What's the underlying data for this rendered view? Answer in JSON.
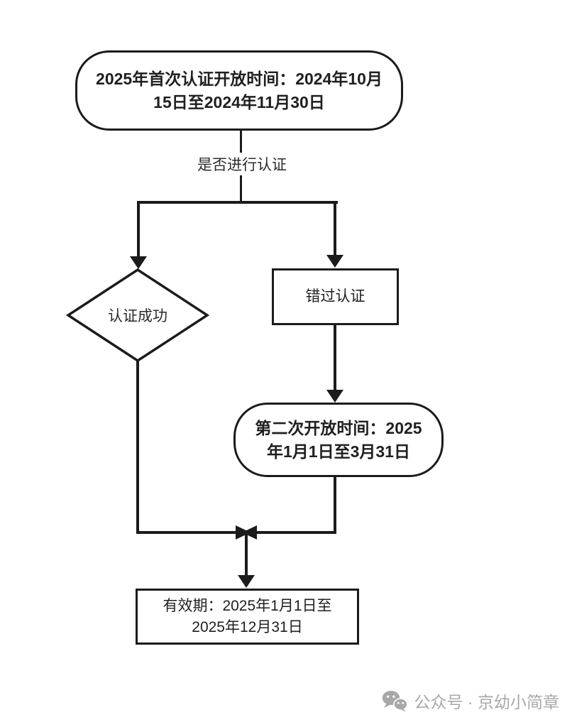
{
  "page": {
    "background": "#ffffff",
    "line_color": "#1b1b1b",
    "text_color": "#1f1f1f"
  },
  "flowchart": {
    "first_open": {
      "shape": "stadium",
      "label": "2025年首次认证开放时间：2024年10月\n15日至2024年11月30日"
    },
    "decision_edge": {
      "label": "是否进行认证"
    },
    "success": {
      "shape": "diamond",
      "label": "认证成功"
    },
    "missed": {
      "shape": "rect",
      "label": "错过认证"
    },
    "second_open": {
      "shape": "stadium",
      "label": "第二次开放时间：2025\n年1月1日至3月31日"
    },
    "validity": {
      "shape": "rect",
      "label": "有效期：2025年1月1日至\n2025年12月31日"
    }
  },
  "footer": {
    "icon": "wechat-icon",
    "label": "公众号 · 京幼小简章",
    "color": "#a8a8a8"
  }
}
